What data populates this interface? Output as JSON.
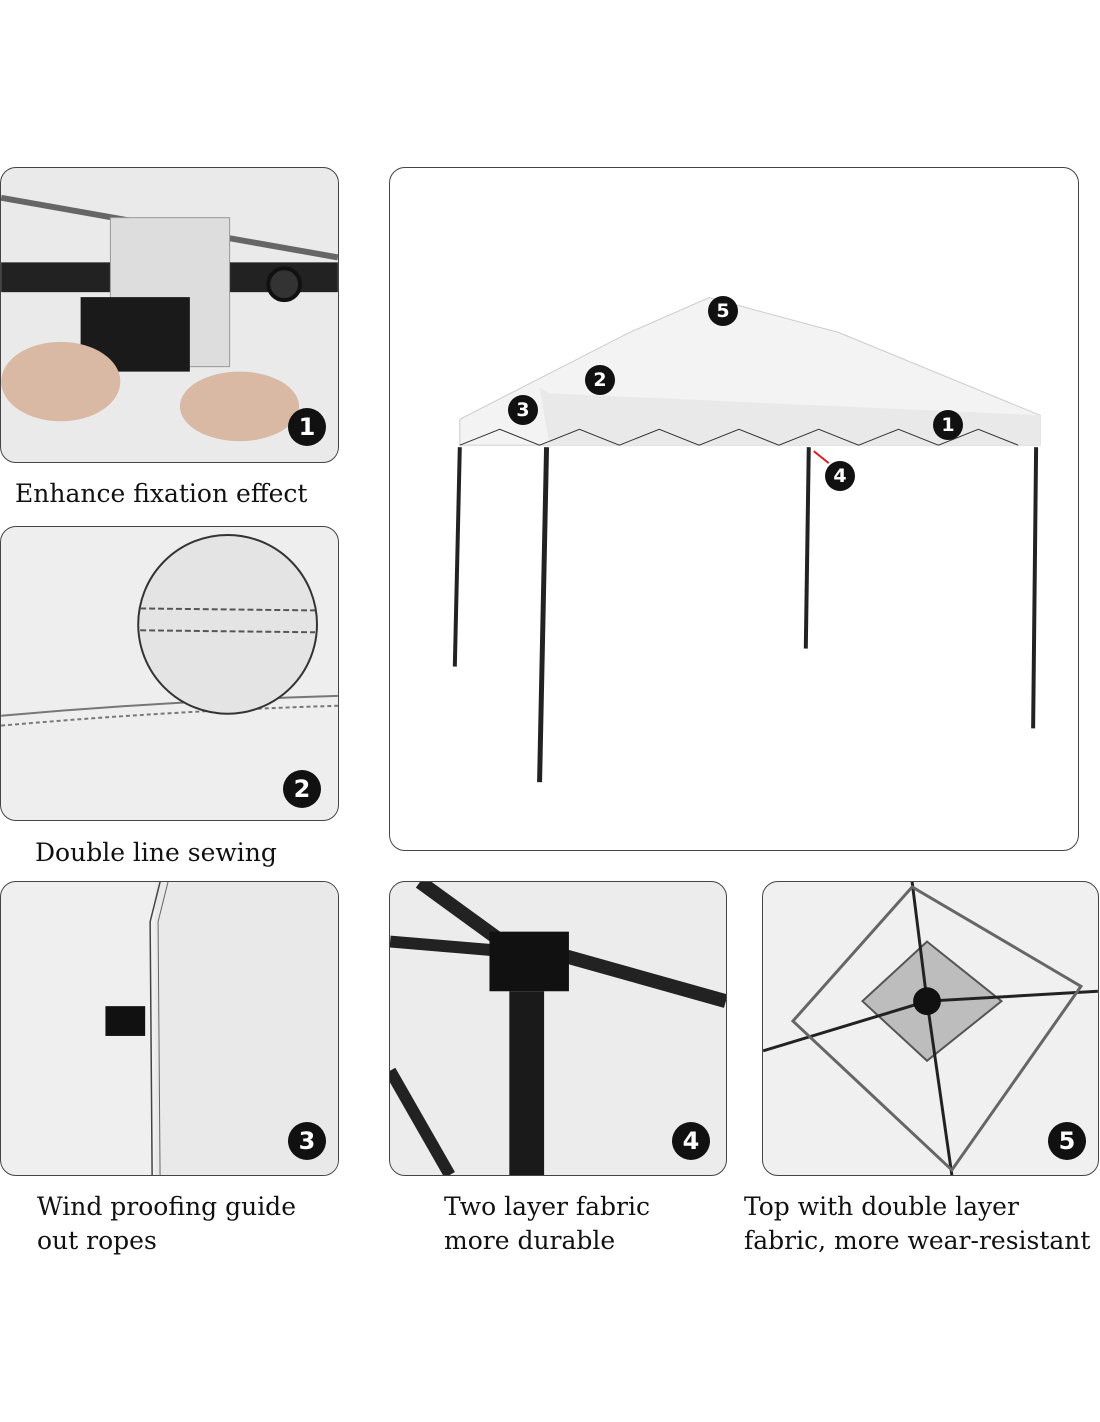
{
  "features": [
    {
      "number": "1",
      "caption": "Enhance fixation effect"
    },
    {
      "number": "2",
      "caption": "Double line sewing"
    },
    {
      "number": "3",
      "caption_lines": [
        "Wind proofing guide",
        "out ropes"
      ]
    },
    {
      "number": "4",
      "caption_lines": [
        "Two layer fabric",
        "more durable"
      ]
    },
    {
      "number": "5",
      "caption_lines": [
        "Top with double layer",
        "fabric, more wear-resistant"
      ]
    }
  ],
  "main_markers": [
    "1",
    "2",
    "3",
    "4",
    "5"
  ],
  "colors": {
    "badge": "#111111",
    "border": "#444444",
    "panel_bg": "#f2f2f2",
    "arrow": "#e02020"
  }
}
